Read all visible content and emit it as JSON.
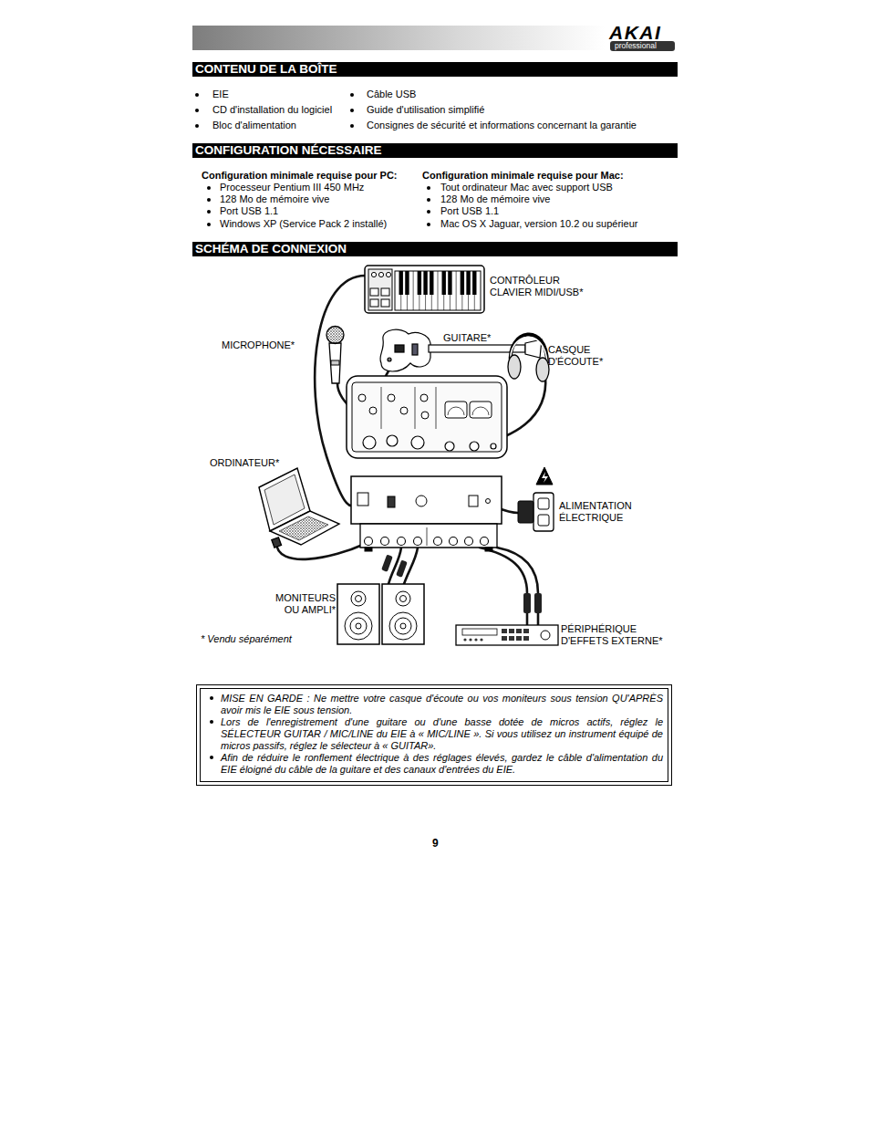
{
  "diagram": {
    "nodes": [
      {
        "text": [
          "CONTENU DE LA BOÎTE"
        ]
      },
      {
        "text": [
          "CONFIGURATION NÉCESSAIRE"
        ]
      },
      {
        "text": [
          "SCHÉMA DE CONNEXION"
        ]
      },
      {
        "text": [
          "MISE EN GARDE : Ne mettre votre casque d'écoute ou vos moniteurs sous tension QU'APRÈS avoir mis le EIE sous tension.",
          "Lors de l'enregistrement d'une guitare ou d'une basse dotée de micros actifs, réglez le SÉLECTEUR GUITAR / MIC/LINE du EIE à « MIC/LINE ». Si vous utilisez un instrument équipé de micros passifs, réglez le sélecteur à « GUITAR».",
          "Afin de réduire le ronflement électrique à des réglages élevés, gardez le câble d'alimentation du EIE éloigné du câble de la guitare et des canaux d'entrées du EIE."
        ]
      }
    ],
    "labels": [
      "AKAI",
      "professional",
      "EIE",
      "CD d'installation du logiciel",
      "Bloc d'alimentation",
      "Câble USB",
      "Guide d'utilisation simplifié",
      "Consignes de sécurité et informations concernant la garantie",
      "Configuration minimale requise pour PC:",
      "Processeur Pentium III 450 MHz",
      "128 Mo de mémoire vive",
      "Port USB 1.1",
      "Windows XP (Service Pack 2 installé)",
      "Configuration minimale requise pour Mac:",
      "Tout ordinateur Mac avec support USB",
      "128 Mo de mémoire vive",
      "Port USB 1.1",
      "Mac OS X Jaguar, version 10.2 ou supérieur",
      "CONTRÔLEUR CLAVIER MIDI/USB*",
      "GUITARE*",
      "MICROPHONE*",
      "CASQUE D'ÉCOUTE*",
      "ORDINATEUR*",
      "ALIMENTATION ÉLECTRIQUE",
      "MONITEURS OU AMPLI*",
      "PÉRIPHÉRIQUE D'EFFETS EXTERNE*",
      "* Vendu séparément",
      "9"
    ]
  }
}
